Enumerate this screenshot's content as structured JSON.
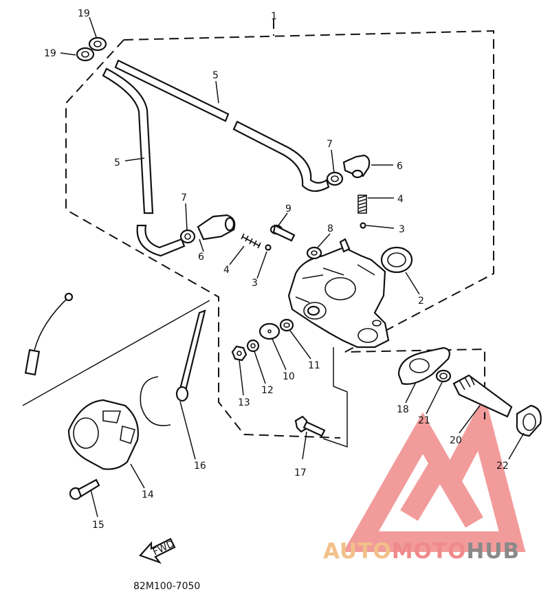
{
  "diagram": {
    "part_numbers": [
      "1",
      "2",
      "3",
      "4",
      "5",
      "6",
      "7",
      "8",
      "9",
      "10",
      "11",
      "12",
      "13",
      "14",
      "15",
      "16",
      "17",
      "18",
      "19",
      "20",
      "21",
      "22"
    ],
    "callouts": [
      {
        "id": "c1",
        "text": "1"
      },
      {
        "id": "c19a",
        "text": "19"
      },
      {
        "id": "c19b",
        "text": "19"
      },
      {
        "id": "c5a",
        "text": "5"
      },
      {
        "id": "c5b",
        "text": "5"
      },
      {
        "id": "c7a",
        "text": "7"
      },
      {
        "id": "c6a",
        "text": "6"
      },
      {
        "id": "c4a",
        "text": "4"
      },
      {
        "id": "c3a",
        "text": "3"
      },
      {
        "id": "c7b",
        "text": "7"
      },
      {
        "id": "c6b",
        "text": "6"
      },
      {
        "id": "c9",
        "text": "9"
      },
      {
        "id": "c4b",
        "text": "4"
      },
      {
        "id": "c3b",
        "text": "3"
      },
      {
        "id": "c8",
        "text": "8"
      },
      {
        "id": "c2",
        "text": "2"
      },
      {
        "id": "c11",
        "text": "11"
      },
      {
        "id": "c10",
        "text": "10"
      },
      {
        "id": "c12",
        "text": "12"
      },
      {
        "id": "c13",
        "text": "13"
      },
      {
        "id": "c18",
        "text": "18"
      },
      {
        "id": "c21",
        "text": "21"
      },
      {
        "id": "c20",
        "text": "20"
      },
      {
        "id": "c22",
        "text": "22"
      },
      {
        "id": "c17",
        "text": "17"
      },
      {
        "id": "c16",
        "text": "16"
      },
      {
        "id": "c14",
        "text": "14"
      },
      {
        "id": "c15",
        "text": "15"
      }
    ],
    "front_arrow_label": "FWD",
    "drawing_code": "82M100-7050"
  },
  "watermark": {
    "brand_auto": "AUTO",
    "brand_moto": "MOTO",
    "brand_hub": "HUB",
    "colors": {
      "auto": "#f2c08a",
      "moto": "#f08a8a",
      "hub": "#8a8a8a",
      "arrow": "#f08a8a"
    }
  }
}
